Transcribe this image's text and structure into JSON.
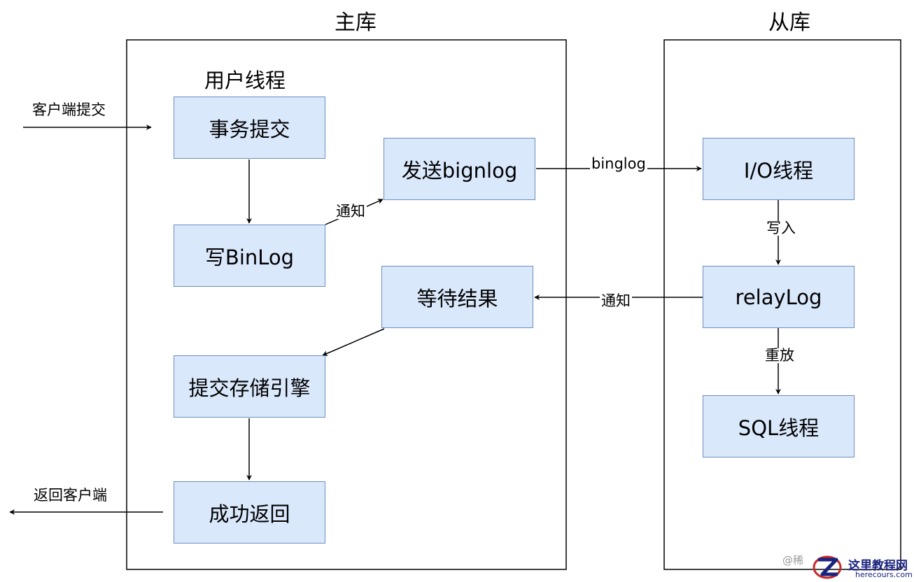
{
  "containers": {
    "master_title": "主库",
    "slave_title": "从库",
    "user_thread_label": "用户线程"
  },
  "nodes": {
    "commit_tx": "事务提交",
    "write_binlog": "写BinLog",
    "send_binlog": "发送bignlog",
    "wait_result": "等待结果",
    "commit_engine": "提交存储引擎",
    "return_success": "成功返回",
    "io_thread": "I/O线程",
    "relay_log": "relayLog",
    "sql_thread": "SQL线程"
  },
  "edge_labels": {
    "client_commit": "客户端提交",
    "notify_send": "通知",
    "binlog": "binglog",
    "write_in": "写入",
    "notify_back": "通知",
    "replay": "重放",
    "return_client": "返回客户端"
  },
  "watermark": {
    "text": "@稀",
    "brand_name": "这里教程网",
    "brand_url": "herecours.com"
  }
}
